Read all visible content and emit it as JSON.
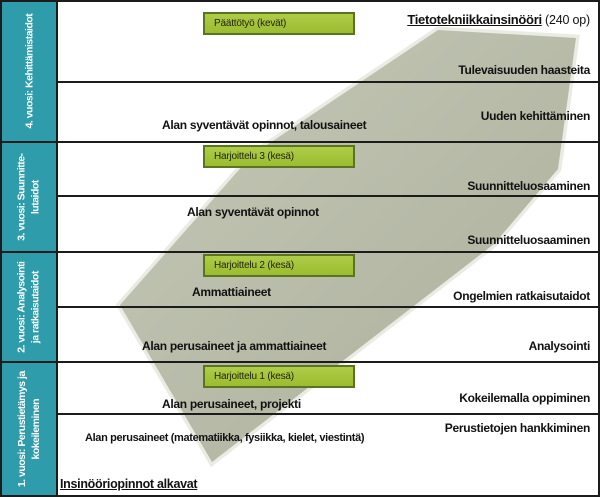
{
  "degree": {
    "title": "Tietotekniikkainsinööri",
    "credits": " (240 op)"
  },
  "start": {
    "label": "Insinööriopinnot alkavat"
  },
  "sidebar": {
    "years": [
      {
        "line1": "4. vuosi: Kehittämistaidot",
        "line2": ""
      },
      {
        "line1": "3. vuosi: Suunnitte-",
        "line2": "lutaidot"
      },
      {
        "line1": "2. vuosi: Analysointi",
        "line2": "ja ratkaisutaidot"
      },
      {
        "line1": "1. vuosi: Perustietämys ja",
        "line2": "kokeileminen"
      }
    ]
  },
  "milestones": [
    {
      "label": "Päättötyö (kevät)"
    },
    {
      "label": "Harjoittelu 3 (kesä)"
    },
    {
      "label": "Harjoittelu 2 (kesä)"
    },
    {
      "label": "Harjoittelu 1 (kesä)"
    }
  ],
  "studies": [
    {
      "text": "Alan syventävät opinnot, talousaineet"
    },
    {
      "text": "Alan syventävät opinnot"
    },
    {
      "text": "Ammattiaineet"
    },
    {
      "text": "Alan perusaineet ja ammattiaineet"
    },
    {
      "text": "Alan perusaineet, projekti"
    },
    {
      "text": "Alan perusaineet (matematiikka, fysiikka, kielet, viestintä)"
    }
  ],
  "skills": [
    {
      "text": "Tulevaisuuden haasteita"
    },
    {
      "text": "Uuden kehittäminen"
    },
    {
      "text": "Suunnitteluosaaminen"
    },
    {
      "text": "Suunnitteluosaaminen"
    },
    {
      "text": "Ongelmien ratkaisutaidot"
    },
    {
      "text": "Analysointi"
    },
    {
      "text": "Kokeilemalla oppiminen"
    },
    {
      "text": "Perustietojen hankkiminen"
    }
  ],
  "colors": {
    "sidebar_teal": "#2e9caa",
    "arrow_fill": "#b6baa7",
    "arrow_halo": "#eaece4",
    "milestone_green": "#a2c238",
    "milestone_border": "#5a7420",
    "line_black": "#1c1c1c"
  }
}
